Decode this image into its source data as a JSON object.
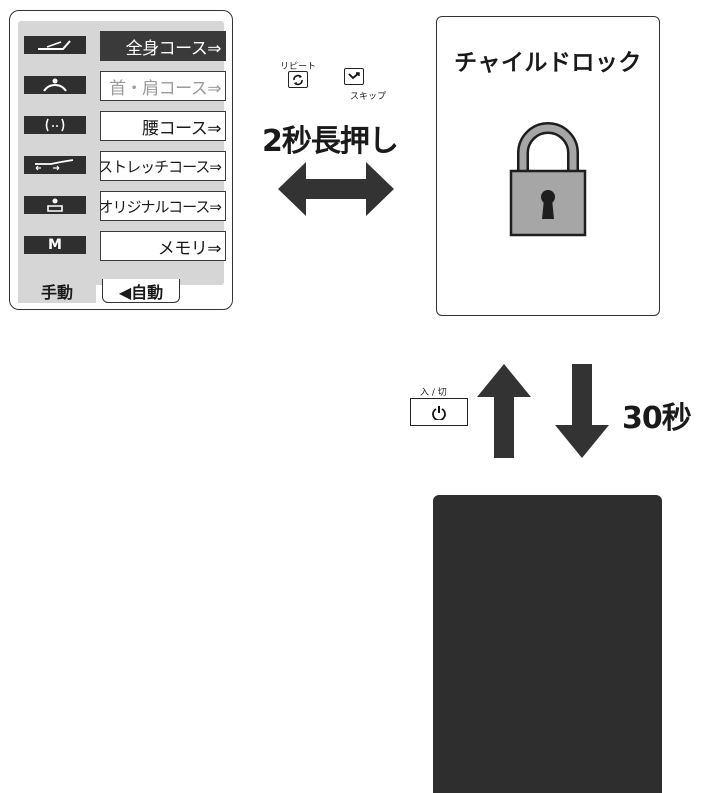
{
  "menu": {
    "rows": [
      {
        "icon": "full-body-icon",
        "label": "全身コース⇒",
        "selected": true
      },
      {
        "icon": "neck-shoulder-icon",
        "label": "首・肩コース⇒",
        "dimmed": true
      },
      {
        "icon": "waist-icon",
        "label": "腰コース⇒"
      },
      {
        "icon": "stretch-icon",
        "label": "ストレッチコース⇒"
      },
      {
        "icon": "original-icon",
        "label": "オリジナルコース⇒"
      },
      {
        "icon": "memory-icon",
        "icon_text": "M",
        "label": "メモリ⇒"
      }
    ],
    "tab_manual": "手動",
    "tab_auto": "◀自動"
  },
  "buttons": {
    "repeat_caption": "リピート",
    "skip_caption": "スキップ",
    "power_caption": "入 / 切"
  },
  "labels": {
    "long_press": "2秒長押し",
    "seconds_30": "30秒"
  },
  "lock_screen": {
    "title": "チャイルドロック",
    "icon": "padlock-icon"
  },
  "colors": {
    "dark": "#2e2e2e",
    "menu_bg": "#d6d6d6",
    "lock_body": "#a6a6a6"
  }
}
